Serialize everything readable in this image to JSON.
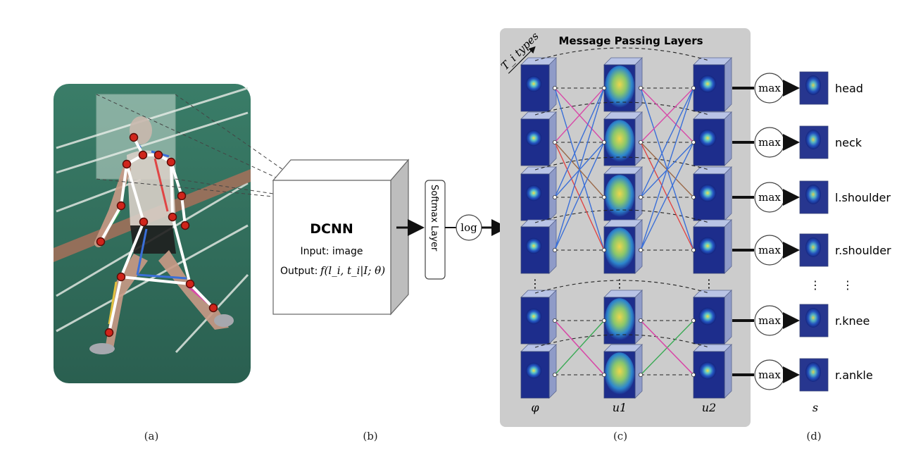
{
  "captions": {
    "a": "(a)",
    "b": "(b)",
    "c": "(c)",
    "d": "(d)"
  },
  "dcnn": {
    "title": "DCNN",
    "input": "Input: image",
    "output_prefix": "Output:",
    "output_formula": "f(l_i, t_i|I; θ)"
  },
  "softmax": {
    "label": "Softmax Layer"
  },
  "log_node": {
    "label": "log"
  },
  "message_passing": {
    "title": "Message Passing Layers",
    "types_label": "T_i types",
    "column_labels": {
      "phi": "φ",
      "u1": "u1",
      "u2": "u2",
      "s": "s"
    },
    "ellipsis": "⋮"
  },
  "max_label": "max",
  "parts": [
    "head",
    "neck",
    "l.shoulder",
    "r.shoulder",
    "r.knee",
    "r.ankle"
  ],
  "colors": {
    "panel_bg": "#cccccc",
    "heatmap_dark": "#1d2d8c",
    "heatmap_hot": "#f2d540",
    "court_green": "#2f6e5c",
    "joint_red": "#d0251b",
    "edge_blue": "#3a6fd8",
    "edge_red": "#e04545",
    "edge_green": "#3aaa55",
    "edge_magenta": "#d84aa8",
    "edge_brown": "#9a6a4a"
  }
}
